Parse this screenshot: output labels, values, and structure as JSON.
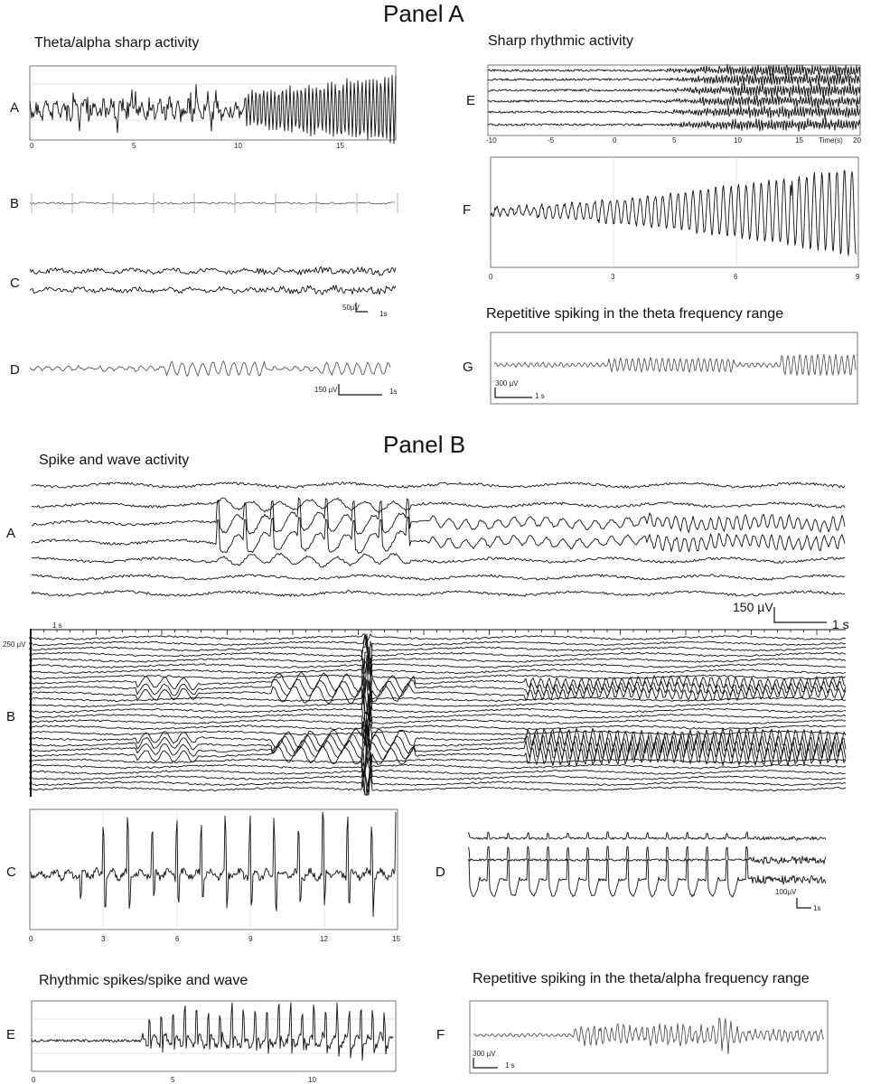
{
  "panel_a": {
    "title": "Panel A",
    "left_title": "Theta/alpha sharp activity",
    "right_title": "Sharp rhythmic activity",
    "g_title": "Repetitive spiking in the theta frequency range",
    "labels": {
      "a": "A",
      "b": "B",
      "c": "C",
      "d": "D",
      "e": "E",
      "f": "F",
      "g": "G"
    },
    "a_ticks": [
      "0",
      "5",
      "10",
      "15"
    ],
    "e_ticks": [
      "-10",
      "-5",
      "0",
      "5",
      "10",
      "15",
      "20"
    ],
    "e_axis_label": "Time(s)",
    "f_ticks": [
      "0",
      "3",
      "6",
      "9"
    ],
    "c_scale": {
      "amp": "50µV",
      "time": "1s"
    },
    "d_scale": {
      "amp": "150 µV",
      "time": "1s"
    },
    "g_scale": {
      "amp": "300 µV",
      "time": "1 s"
    }
  },
  "panel_b": {
    "title": "Panel B",
    "spike_title": "Spike and wave activity",
    "e_title": "Rhythmic spikes/spike and wave",
    "f_title": "Repetitive spiking in the theta/alpha frequency range",
    "labels": {
      "a": "A",
      "b": "B",
      "c": "C",
      "d": "D",
      "e": "E",
      "f": "F"
    },
    "a_scale": {
      "amp": "150 µV",
      "time": "1 s"
    },
    "b_scale": {
      "amp": "250 µV",
      "time": "1 s"
    },
    "c_ticks": [
      "0",
      "3",
      "6",
      "9",
      "12",
      "15"
    ],
    "d_scale": {
      "amp": "100µV",
      "time": "1s"
    },
    "e_ticks": [
      "0",
      "5",
      "10"
    ],
    "f_scale": {
      "amp": "300 µV",
      "time": "1 s"
    }
  }
}
